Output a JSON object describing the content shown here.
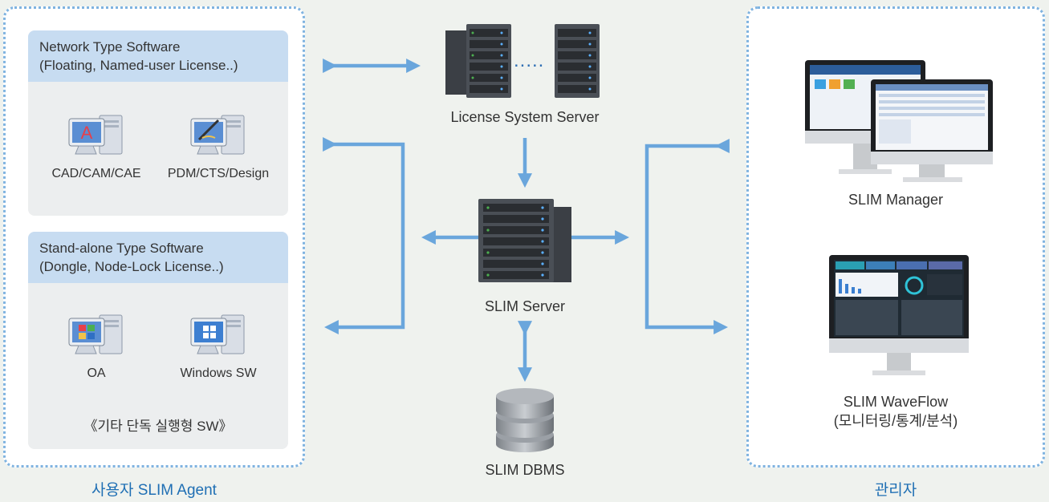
{
  "left_panel": {
    "caption": "사용자 SLIM Agent",
    "network_group": {
      "title_line1": "Network Type Software",
      "title_line2": "(Floating, Named-user License..)",
      "items": [
        {
          "label": "CAD/CAM/CAE",
          "icon": "computer-cad-icon"
        },
        {
          "label": "PDM/CTS/Design",
          "icon": "computer-design-icon"
        }
      ]
    },
    "standalone_group": {
      "title_line1": "Stand-alone Type Software",
      "title_line2": "(Dongle, Node-Lock License..)",
      "items": [
        {
          "label": "OA",
          "icon": "computer-oa-icon"
        },
        {
          "label": "Windows SW",
          "icon": "computer-windows-icon"
        }
      ],
      "note": "《기타 단독 실행형 SW》"
    }
  },
  "center": {
    "license_server": {
      "label": "License System Server",
      "dots": "....."
    },
    "slim_server": {
      "label": "SLIM Server"
    },
    "slim_dbms": {
      "label": "SLIM DBMS"
    }
  },
  "right_panel": {
    "caption": "관리자",
    "manager": {
      "label": "SLIM Manager"
    },
    "waveflow": {
      "label_line1": "SLIM WaveFlow",
      "label_line2": "(모니터링/통계/분석)"
    }
  },
  "colors": {
    "arrow": "#6aa6dc",
    "panel_border": "#7fb3e0",
    "group_header": "#c7dcf1",
    "caption": "#1f6fb4"
  }
}
